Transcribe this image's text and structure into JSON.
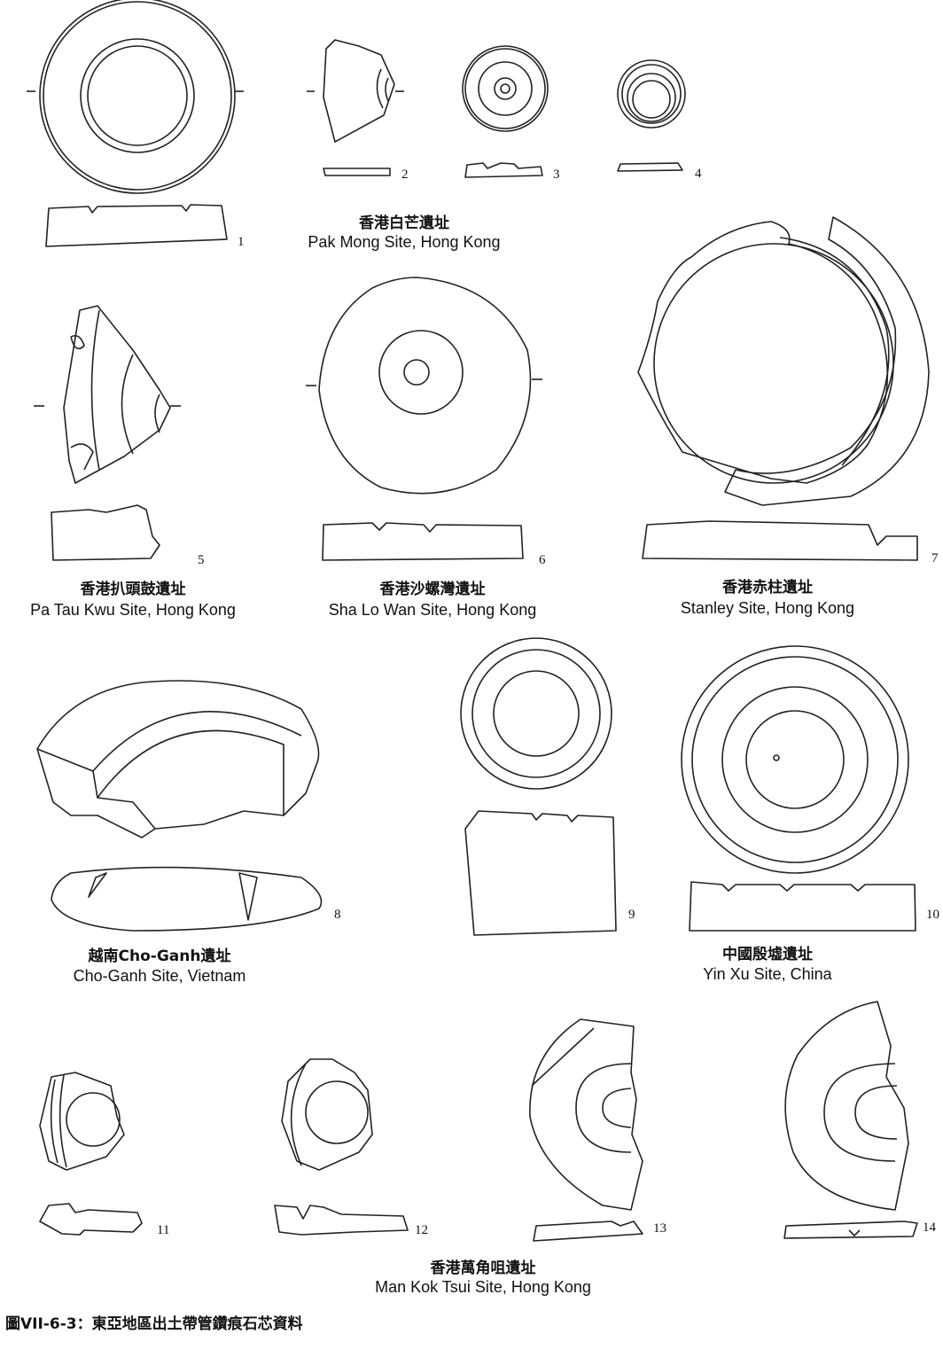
{
  "specimen_numbers": [
    "1",
    "2",
    "3",
    "4",
    "5",
    "6",
    "7",
    "8",
    "9",
    "10",
    "11",
    "12",
    "13",
    "14"
  ],
  "sites": [
    {
      "zh": "香港白芒遺址",
      "en": "Pak Mong Site, Hong Kong"
    },
    {
      "zh": "香港扒頭鼓遺址",
      "en": "Pa Tau Kwu Site, Hong Kong"
    },
    {
      "zh": "香港沙螺灣遺址",
      "en": "Sha Lo Wan Site, Hong Kong"
    },
    {
      "zh": "香港赤柱遺址",
      "en": "Stanley Site, Hong Kong"
    },
    {
      "zh": "越南Cho-Ganh遺址",
      "en": "Cho-Ganh Site, Vietnam"
    },
    {
      "zh": "中國殷墟遺址",
      "en": "Yin Xu Site, China"
    },
    {
      "zh": "香港萬角咀遺址",
      "en": "Man Kok Tsui Site, Hong Kong"
    }
  ],
  "caption": "圖VII-6-3：東亞地區出土帶管鑽痕石芯資料"
}
